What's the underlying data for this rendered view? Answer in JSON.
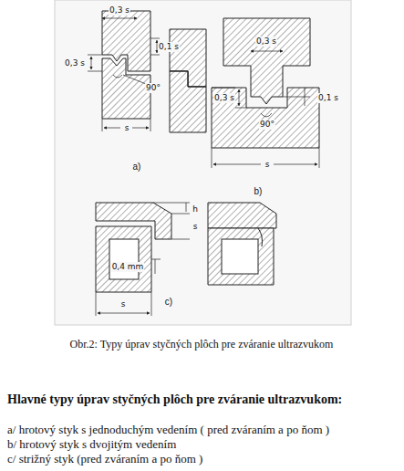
{
  "diagram": {
    "title": "Hlavné typy úprav styčných plôch pre zváranie ultrazvukom:",
    "caption": "Obr.2: Typy úprav styčných plôch pre zváranie ultrazvukom",
    "labels": [
      "0,3 s",
      "0,1 s",
      "0,3 s",
      "90°",
      "s",
      "a)",
      "0,3 s",
      "0,3 s",
      "0,1 s",
      "90°",
      "s",
      "b)",
      "h",
      "s",
      "0,4 mm",
      "s",
      "c)",
      "a/ hrotový styk s jednoduchým vedením ( pred zváraním a po ňom )",
      "b/ hrotový styk s dvojitým vedením",
      "c/ strižný styk (pred zváraním a po ňom )"
    ]
  }
}
